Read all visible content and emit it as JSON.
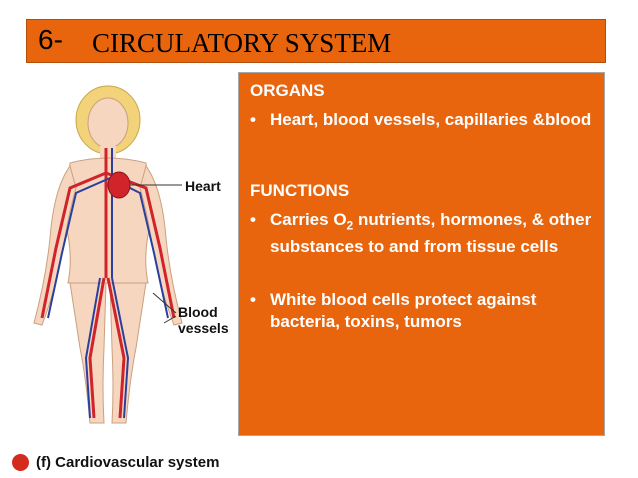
{
  "title": {
    "number": "6-",
    "text": "CIRCULATORY SYSTEM"
  },
  "organs": {
    "heading": "ORGANS",
    "items": [
      "Heart, blood vessels, capillaries &blood"
    ]
  },
  "functions": {
    "heading": "FUNCTIONS",
    "item1": {
      "before": "Carries O",
      "sub": "2",
      "after": " nutrients, hormones, & other substances to and from tissue cells"
    },
    "item2": "White blood cells protect against bacteria, toxins, tumors"
  },
  "figure": {
    "label_heart": "Heart",
    "label_blood_line1": "Blood",
    "label_blood_line2": "vessels"
  },
  "caption": "(f) Cardiovascular system",
  "colors": {
    "accent": "#e8650e",
    "caption_dot": "#d72a1f"
  }
}
